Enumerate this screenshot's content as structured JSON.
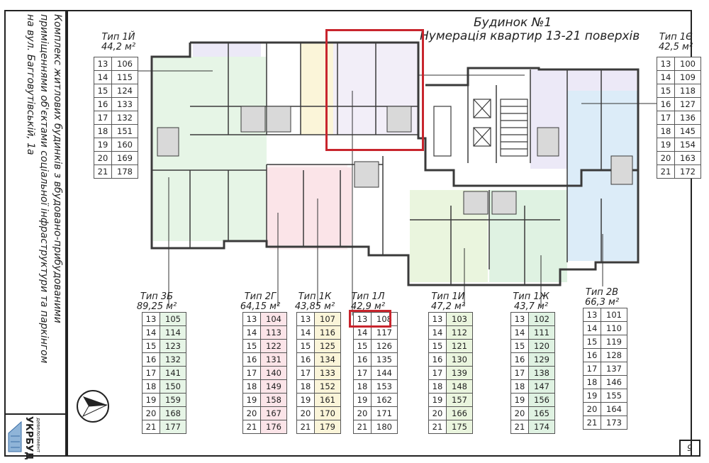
{
  "sidebar": {
    "lines": [
      "Комплекс житлових будинків з вбудовано-прибудованими",
      "приміщеннями об'єктами соціальної інфраструктури та паркінгом",
      "на вул. Багговутівській, 1а"
    ],
    "logo_text": "УКРБУД",
    "logo_sub": "девелопмент"
  },
  "header": {
    "building": "Будинок №1",
    "subtitle": "Нумерація квартир 13-21 поверхів"
  },
  "page_number": "9",
  "colors": {
    "highlight": "#c8252d",
    "wall": "#3a3a3a"
  },
  "apartment_types": [
    {
      "type": "Тип 1Й",
      "area": "44,2 м²",
      "fill": "#ffffff",
      "rows": [
        [
          "13",
          "106"
        ],
        [
          "14",
          "115"
        ],
        [
          "15",
          "124"
        ],
        [
          "16",
          "133"
        ],
        [
          "17",
          "132"
        ],
        [
          "18",
          "151"
        ],
        [
          "19",
          "160"
        ],
        [
          "20",
          "169"
        ],
        [
          "21",
          "178"
        ]
      ]
    },
    {
      "type": "Тип 1Є",
      "area": "42,5 м²",
      "fill": "#ffffff",
      "rows": [
        [
          "13",
          "100"
        ],
        [
          "14",
          "109"
        ],
        [
          "15",
          "118"
        ],
        [
          "16",
          "127"
        ],
        [
          "17",
          "136"
        ],
        [
          "18",
          "145"
        ],
        [
          "19",
          "154"
        ],
        [
          "20",
          "163"
        ],
        [
          "21",
          "172"
        ]
      ]
    },
    {
      "type": "Тип 3Б",
      "area": "89,25 м²",
      "fill": "#e6f5e6",
      "rows": [
        [
          "13",
          "105"
        ],
        [
          "14",
          "114"
        ],
        [
          "15",
          "123"
        ],
        [
          "16",
          "132"
        ],
        [
          "17",
          "141"
        ],
        [
          "18",
          "150"
        ],
        [
          "19",
          "159"
        ],
        [
          "20",
          "168"
        ],
        [
          "21",
          "177"
        ]
      ]
    },
    {
      "type": "Тип 2Г",
      "area": "64,15 м²",
      "fill": "#fbe4e8",
      "rows": [
        [
          "13",
          "104"
        ],
        [
          "14",
          "113"
        ],
        [
          "15",
          "122"
        ],
        [
          "16",
          "131"
        ],
        [
          "17",
          "140"
        ],
        [
          "18",
          "149"
        ],
        [
          "19",
          "158"
        ],
        [
          "20",
          "167"
        ],
        [
          "21",
          "176"
        ]
      ]
    },
    {
      "type": "Тип 1К",
      "area": "43,85 м²",
      "fill": "#fbf5d9",
      "rows": [
        [
          "13",
          "107"
        ],
        [
          "14",
          "116"
        ],
        [
          "15",
          "125"
        ],
        [
          "16",
          "134"
        ],
        [
          "17",
          "133"
        ],
        [
          "18",
          "152"
        ],
        [
          "19",
          "161"
        ],
        [
          "20",
          "170"
        ],
        [
          "21",
          "179"
        ]
      ]
    },
    {
      "type": "Тип 1Л",
      "area": "42,9 м²",
      "fill": "#ffffff",
      "rows": [
        [
          "13",
          "108"
        ],
        [
          "14",
          "117"
        ],
        [
          "15",
          "126"
        ],
        [
          "16",
          "135"
        ],
        [
          "17",
          "144"
        ],
        [
          "18",
          "153"
        ],
        [
          "19",
          "162"
        ],
        [
          "20",
          "171"
        ],
        [
          "21",
          "180"
        ]
      ]
    },
    {
      "type": "Тип 1И",
      "area": "47,2 м²",
      "fill": "#eaf5de",
      "rows": [
        [
          "13",
          "103"
        ],
        [
          "14",
          "112"
        ],
        [
          "15",
          "121"
        ],
        [
          "16",
          "130"
        ],
        [
          "17",
          "139"
        ],
        [
          "18",
          "148"
        ],
        [
          "19",
          "157"
        ],
        [
          "20",
          "166"
        ],
        [
          "21",
          "175"
        ]
      ]
    },
    {
      "type": "Тип 1Ж",
      "area": "43,7 м²",
      "fill": "#dff2e2",
      "rows": [
        [
          "13",
          "102"
        ],
        [
          "14",
          "111"
        ],
        [
          "15",
          "120"
        ],
        [
          "16",
          "129"
        ],
        [
          "17",
          "138"
        ],
        [
          "18",
          "147"
        ],
        [
          "19",
          "156"
        ],
        [
          "20",
          "165"
        ],
        [
          "21",
          "174"
        ]
      ]
    },
    {
      "type": "Тип 2В",
      "area": "66,3 м²",
      "fill": "#ffffff",
      "rows": [
        [
          "13",
          "101"
        ],
        [
          "14",
          "110"
        ],
        [
          "15",
          "119"
        ],
        [
          "16",
          "128"
        ],
        [
          "17",
          "137"
        ],
        [
          "18",
          "146"
        ],
        [
          "19",
          "155"
        ],
        [
          "20",
          "164"
        ],
        [
          "21",
          "173"
        ]
      ]
    }
  ]
}
